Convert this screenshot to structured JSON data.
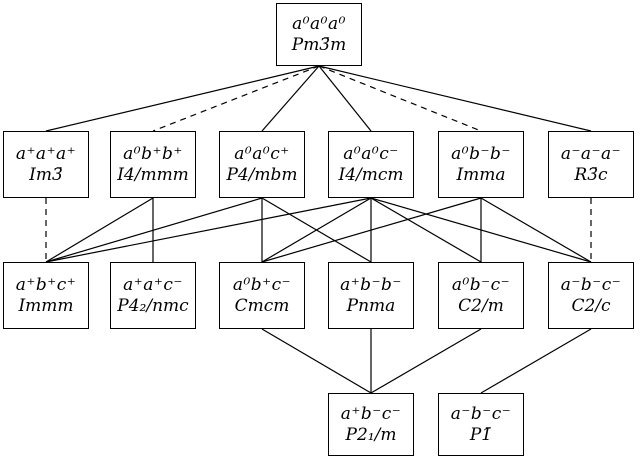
{
  "nodes": [
    {
      "id": "n0",
      "glazer": "a⁰a⁰a⁰",
      "group": "Pm3̄m"
    },
    {
      "id": "n1",
      "glazer": "a⁺a⁺a⁺",
      "group": "Im3̄"
    },
    {
      "id": "n2",
      "glazer": "a⁰b⁺b⁺",
      "group": "I4/mmm"
    },
    {
      "id": "n3",
      "glazer": "a⁰a⁰c⁺",
      "group": "P4/mbm"
    },
    {
      "id": "n4",
      "glazer": "a⁰a⁰c⁻",
      "group": "I4/mcm"
    },
    {
      "id": "n5",
      "glazer": "a⁰b⁻b⁻",
      "group": "Imma"
    },
    {
      "id": "n6",
      "glazer": "a⁻a⁻a⁻",
      "group": "R3̄c"
    },
    {
      "id": "n7",
      "glazer": "a⁺b⁺c⁺",
      "group": "Immm"
    },
    {
      "id": "n8",
      "glazer": "a⁺a⁺c⁻",
      "group": "P4₂/nmc"
    },
    {
      "id": "n9",
      "glazer": "a⁰b⁺c⁻",
      "group": "Cmcm"
    },
    {
      "id": "n10",
      "glazer": "a⁺b⁻b⁻",
      "group": "Pnma"
    },
    {
      "id": "n11",
      "glazer": "a⁰b⁻c⁻",
      "group": "C2/m"
    },
    {
      "id": "n12",
      "glazer": "a⁻b⁻c⁻",
      "group": "C2/c"
    },
    {
      "id": "n13",
      "glazer": "a⁺b⁻c⁻",
      "group": "P2₁/m"
    },
    {
      "id": "n14",
      "glazer": "a⁻b⁻c⁻",
      "group": "P1̄"
    }
  ],
  "edges": [
    {
      "from": "n0",
      "to": "n1",
      "style": "solid"
    },
    {
      "from": "n0",
      "to": "n2",
      "style": "dashed"
    },
    {
      "from": "n0",
      "to": "n3",
      "style": "solid"
    },
    {
      "from": "n0",
      "to": "n4",
      "style": "solid"
    },
    {
      "from": "n0",
      "to": "n5",
      "style": "dashed"
    },
    {
      "from": "n0",
      "to": "n6",
      "style": "solid"
    },
    {
      "from": "n1",
      "to": "n7",
      "style": "dashed"
    },
    {
      "from": "n2",
      "to": "n7",
      "style": "solid"
    },
    {
      "from": "n2",
      "to": "n8",
      "style": "solid"
    },
    {
      "from": "n3",
      "to": "n7",
      "style": "solid"
    },
    {
      "from": "n3",
      "to": "n9",
      "style": "solid"
    },
    {
      "from": "n3",
      "to": "n10",
      "style": "solid"
    },
    {
      "from": "n4",
      "to": "n7",
      "style": "solid"
    },
    {
      "from": "n4",
      "to": "n9",
      "style": "solid"
    },
    {
      "from": "n4",
      "to": "n10",
      "style": "solid"
    },
    {
      "from": "n4",
      "to": "n11",
      "style": "solid"
    },
    {
      "from": "n4",
      "to": "n12",
      "style": "solid"
    },
    {
      "from": "n5",
      "to": "n9",
      "style": "solid"
    },
    {
      "from": "n5",
      "to": "n11",
      "style": "solid"
    },
    {
      "from": "n5",
      "to": "n12",
      "style": "solid"
    },
    {
      "from": "n6",
      "to": "n12",
      "style": "dashed"
    },
    {
      "from": "n9",
      "to": "n13",
      "style": "solid"
    },
    {
      "from": "n10",
      "to": "n13",
      "style": "solid"
    },
    {
      "from": "n11",
      "to": "n13",
      "style": "solid"
    },
    {
      "from": "n12",
      "to": "n14",
      "style": "solid"
    }
  ]
}
